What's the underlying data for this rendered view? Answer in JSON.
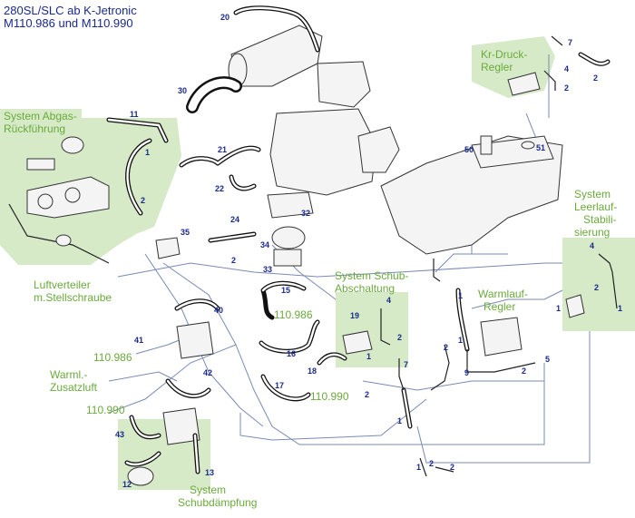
{
  "title": {
    "line1": "280SL/SLC ab K-Jetronic",
    "line2": "M110.986 und M110.990"
  },
  "labels": {
    "abgas_1": "System Abgas-",
    "abgas_2": "Rückführung",
    "kr_1": "Kr-Druck-",
    "kr_2": "Regler",
    "leer_1": "System",
    "leer_2": "Leerlauf-",
    "leer_3": "Stabili-",
    "leer_4": "sierung",
    "luft_1": "Luftverteiler",
    "luft_2": "m.Stellschraube",
    "schub_1": "System Schub-",
    "schub_2": "Abschaltung",
    "warm_1": "Warmlauf-",
    "warm_2": "Regler",
    "warml_1": "Warml.-",
    "warml_2": "Zusatzluft",
    "v986_a": "110.986",
    "v986_b": "110.986",
    "v990_a": "110.990",
    "v990_b": "110.990",
    "damp_1": "System",
    "damp_2": "Schubdämpfung"
  },
  "part_numbers": {
    "p20": "20",
    "p30": "30",
    "p11": "11",
    "p1a": "1",
    "p2a": "2",
    "p21": "21",
    "p22": "22",
    "p24": "24",
    "p35": "35",
    "p2b": "2",
    "p33": "33",
    "p34": "34",
    "p32": "32",
    "p15": "15",
    "p40": "40",
    "p41": "41",
    "p16": "16",
    "p42": "42",
    "p17": "17",
    "p18": "18",
    "p43": "43",
    "p12": "12",
    "p13": "13",
    "p19": "19",
    "p4a": "4",
    "p2c": "2",
    "p1b": "1",
    "p7a": "7",
    "p2d": "2",
    "p1c": "1",
    "p1d": "1",
    "p2e": "2",
    "p1e": "1",
    "p9": "9",
    "p2f": "2",
    "p5": "5",
    "p50": "50",
    "p51": "51",
    "p7b": "7",
    "p4b": "4",
    "p2g": "2",
    "p2h": "2",
    "p4c": "4",
    "p2i": "2",
    "p1f": "1",
    "p1g": "1",
    "p1h": "1",
    "p2j": "2",
    "p2k": "2"
  }
}
